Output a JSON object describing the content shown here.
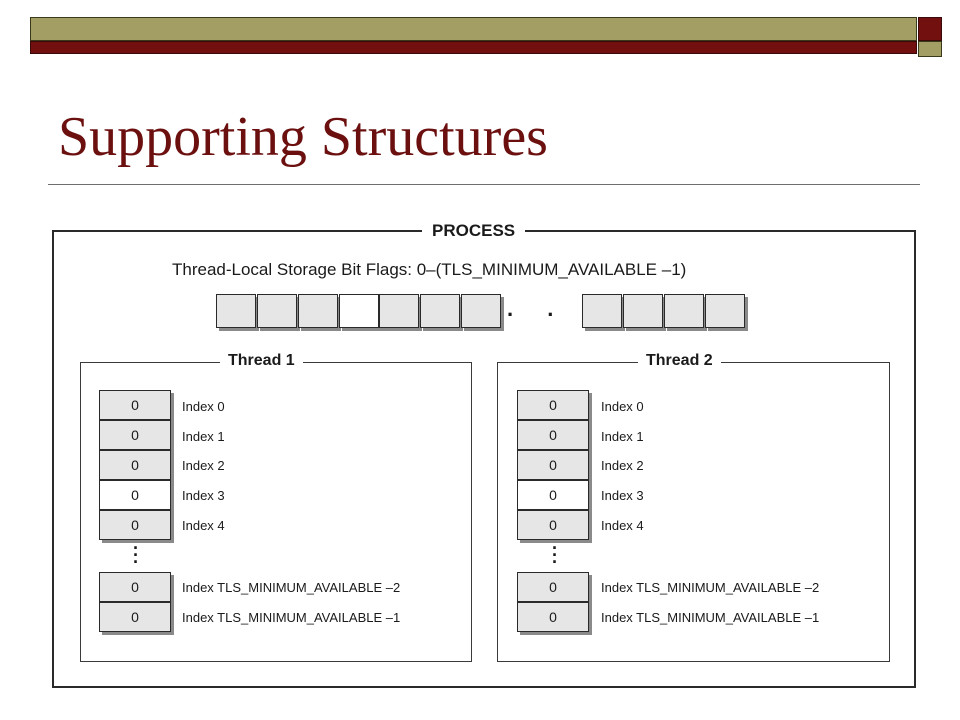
{
  "slide": {
    "title": "Supporting Structures"
  },
  "diagram": {
    "process_label": "PROCESS",
    "tls_caption": "Thread-Local Storage Bit Flags: 0–(TLS_MINIMUM_AVAILABLE –1)",
    "bit_flags_ellipsis": ". . .",
    "thread1": {
      "label": "Thread 1",
      "slots": [
        {
          "value": "0",
          "label": "Index 0"
        },
        {
          "value": "0",
          "label": "Index 1"
        },
        {
          "value": "0",
          "label": "Index 2"
        },
        {
          "value": "0",
          "label": "Index 3"
        },
        {
          "value": "0",
          "label": "Index 4"
        },
        {
          "value": "0",
          "label": "Index TLS_MINIMUM_AVAILABLE –2"
        },
        {
          "value": "0",
          "label": "Index TLS_MINIMUM_AVAILABLE –1"
        }
      ]
    },
    "thread2": {
      "label": "Thread 2",
      "slots": [
        {
          "value": "0",
          "label": "Index 0"
        },
        {
          "value": "0",
          "label": "Index 1"
        },
        {
          "value": "0",
          "label": "Index 2"
        },
        {
          "value": "0",
          "label": "Index 3"
        },
        {
          "value": "0",
          "label": "Index 4"
        },
        {
          "value": "0",
          "label": "Index TLS_MINIMUM_AVAILABLE –2"
        },
        {
          "value": "0",
          "label": "Index TLS_MINIMUM_AVAILABLE –1"
        }
      ]
    }
  },
  "colors": {
    "title": "#6b0f0f",
    "banner_olive": "#a39f64",
    "banner_maroon": "#720f0f",
    "cell_gray": "#e6e6e6"
  }
}
